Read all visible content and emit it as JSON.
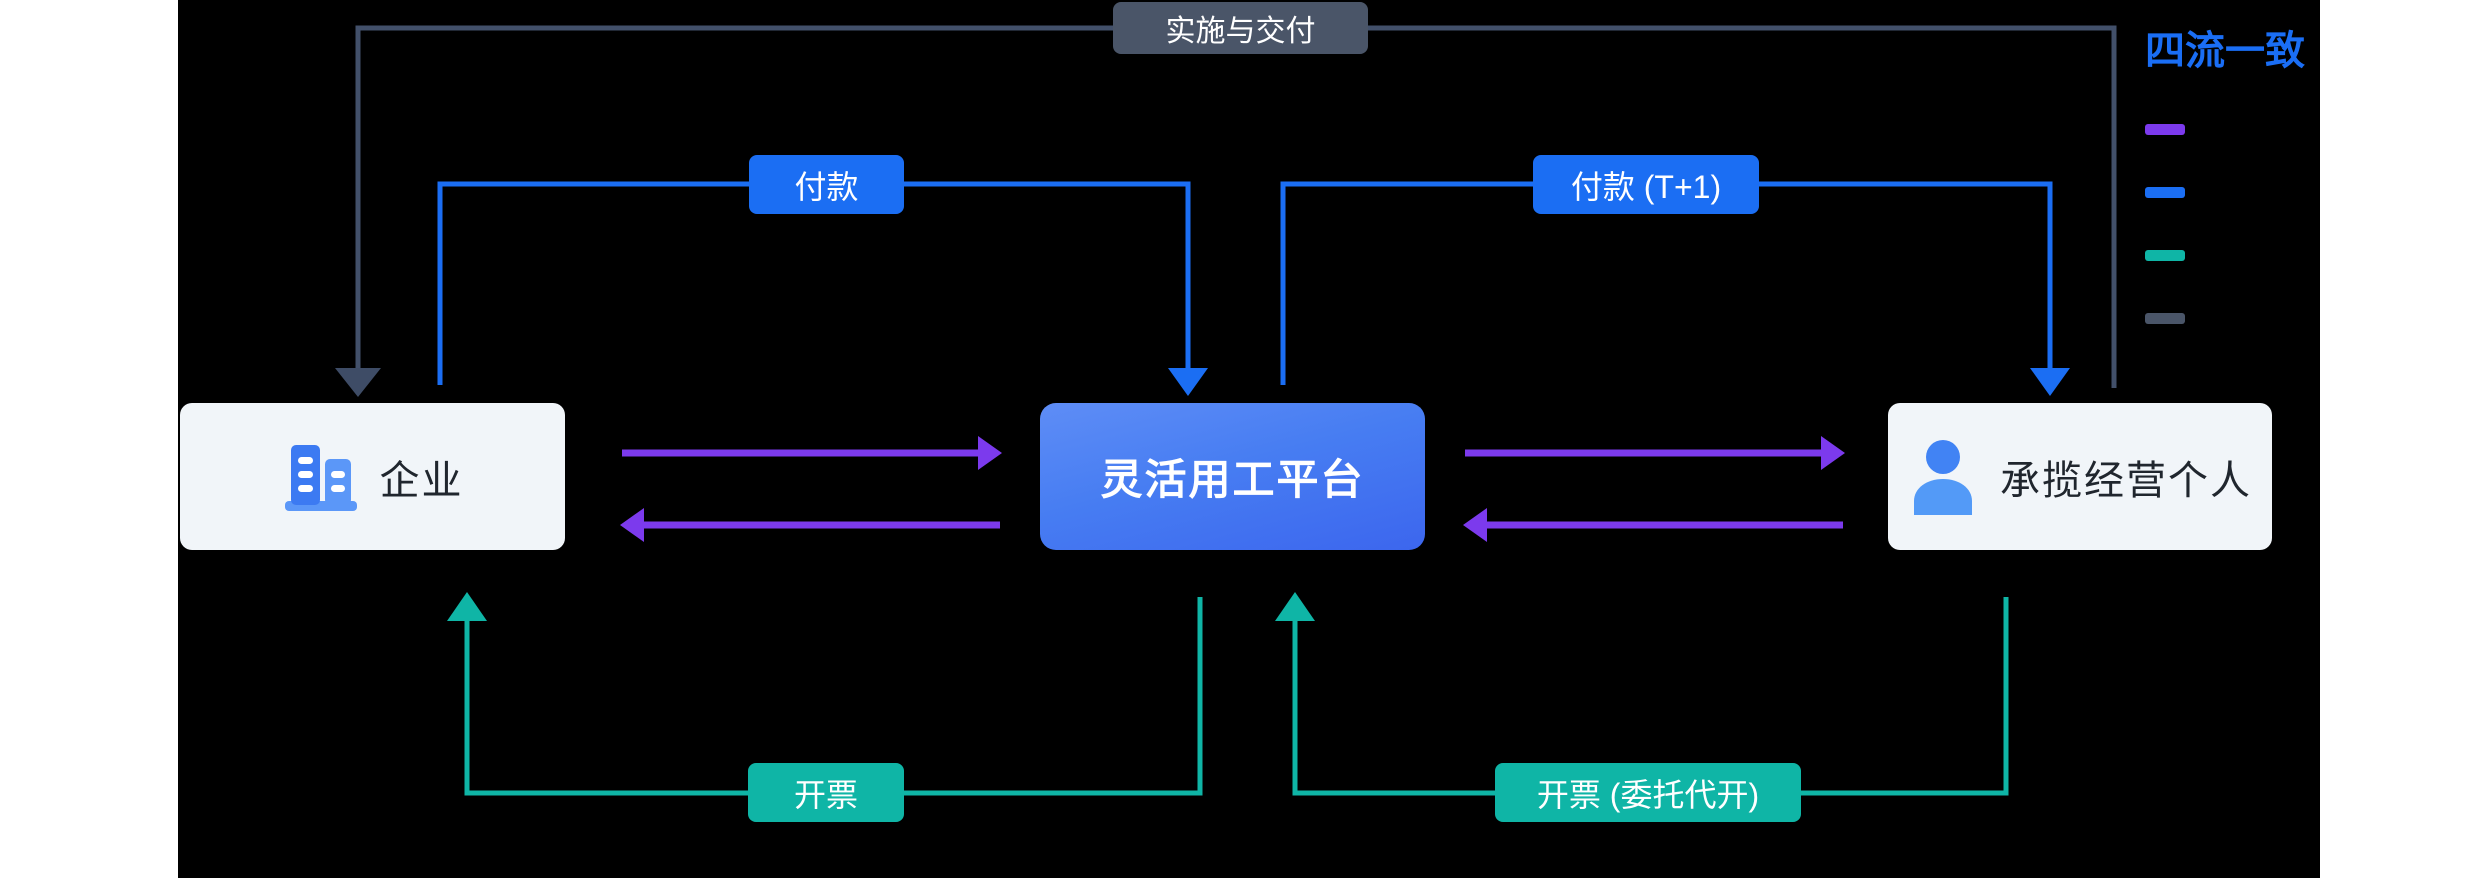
{
  "diagram_type": "flow-diagram",
  "nodes": {
    "enterprise": {
      "label": "企业",
      "icon": "building-icon"
    },
    "platform": {
      "label": "灵活用工平台"
    },
    "individual": {
      "label": "承揽经营个人",
      "icon": "person-icon"
    }
  },
  "edges": {
    "delivery": {
      "label": "实施与交付",
      "from": "individual",
      "to": "enterprise",
      "color": "#4a5568",
      "direction": "right-to-left-over-top"
    },
    "payment": {
      "label": "付款",
      "from": "enterprise",
      "to": "platform",
      "color": "#1b6ef3"
    },
    "payment_t1": {
      "label": "付款 (T+1)",
      "from": "platform",
      "to": "individual",
      "color": "#1b6ef3"
    },
    "invoice": {
      "label": "开票",
      "from": "platform",
      "to": "enterprise",
      "color": "#0fb5a6"
    },
    "invoice_proxy": {
      "label": "开票 (委托代开)",
      "from": "individual",
      "to": "platform",
      "color": "#0fb5a6"
    },
    "contract_right_1": {
      "label": "",
      "from": "enterprise",
      "to": "platform",
      "color": "#7c3aed"
    },
    "contract_left_1": {
      "label": "",
      "from": "platform",
      "to": "enterprise",
      "color": "#7c3aed"
    },
    "contract_right_2": {
      "label": "",
      "from": "platform",
      "to": "individual",
      "color": "#7c3aed"
    },
    "contract_left_2": {
      "label": "",
      "from": "individual",
      "to": "platform",
      "color": "#7c3aed"
    }
  },
  "legend": {
    "title": "四流一致",
    "title_color": "#1a6ef5",
    "items": [
      {
        "color": "#7c3aed"
      },
      {
        "color": "#1b6ef3"
      },
      {
        "color": "#0fb5a6"
      },
      {
        "color": "#4a5568"
      }
    ]
  },
  "colors": {
    "canvas_bg": "#000000",
    "page_bg": "#ffffff",
    "node_light_bg": "#f1f5f9",
    "node_text": "#20262e",
    "platform_gradient_top": "#5e8df6",
    "platform_gradient_bottom": "#3c66ee",
    "icon_blue_dark": "#3c7af2",
    "icon_blue_light": "#5b97f8"
  }
}
